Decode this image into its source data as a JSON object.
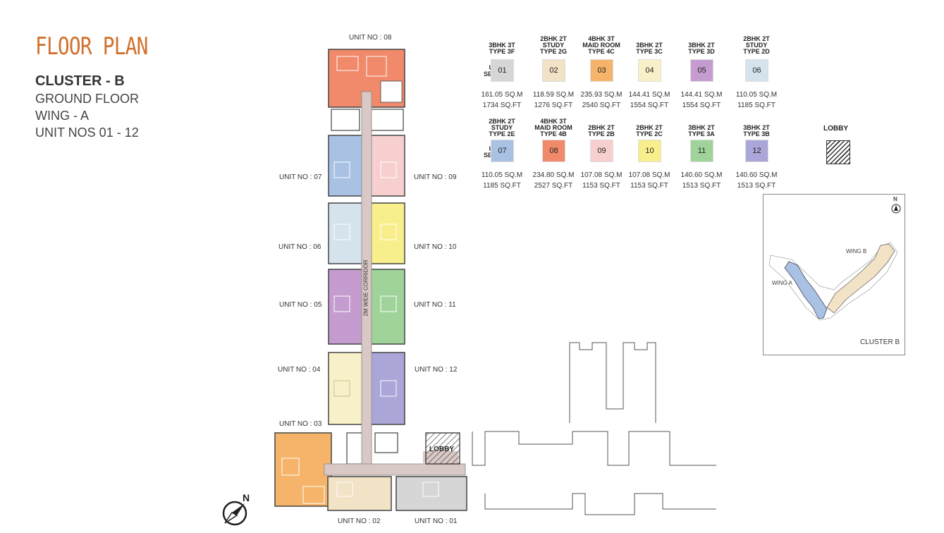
{
  "header": {
    "title": "FLOOR PLAN",
    "cluster": "CLUSTER - B",
    "floor": "GROUND FLOOR",
    "wing": "WING - A",
    "units": "UNIT NOS 01 - 12"
  },
  "unit_labels": {
    "u01": "UNIT NO : 01",
    "u02": "UNIT NO : 02",
    "u03": "UNIT NO : 03",
    "u04": "UNIT NO : 04",
    "u05": "UNIT NO : 05",
    "u06": "UNIT NO : 06",
    "u07": "UNIT NO : 07",
    "u08": "UNIT NO : 08",
    "u09": "UNIT NO : 09",
    "u10": "UNIT NO : 10",
    "u11": "UNIT NO : 11",
    "u12": "UNIT NO : 12"
  },
  "plan": {
    "corridor": "2M WIDE CORRIDOR",
    "lobby": "LOBBY",
    "north": "N"
  },
  "legend": {
    "series_label": [
      "UNIT",
      "SERIES:"
    ],
    "lobby_label": "LOBBY",
    "row1": [
      {
        "type": [
          "3BHK 3T",
          "TYPE 3F"
        ],
        "no": "01",
        "sqm": "161.05 SQ.M",
        "sqft": "1734 SQ.FT",
        "color": "#d6d6d6"
      },
      {
        "type": [
          "2BHK 2T",
          "STUDY",
          "TYPE 2G"
        ],
        "no": "02",
        "sqm": "118.59 SQ.M",
        "sqft": "1276 SQ.FT",
        "color": "#f2e2c6"
      },
      {
        "type": [
          "4BHK 3T",
          "MAID ROOM",
          "TYPE 4C"
        ],
        "no": "03",
        "sqm": "235.93 SQ.M",
        "sqft": "2540 SQ.FT",
        "color": "#f5b46a"
      },
      {
        "type": [
          "3BHK 2T",
          "TYPE 3C"
        ],
        "no": "04",
        "sqm": "144.41 SQ.M",
        "sqft": "1554 SQ.FT",
        "color": "#f8f0c8"
      },
      {
        "type": [
          "3BHK 2T",
          "TYPE 3D"
        ],
        "no": "05",
        "sqm": "144.41 SQ.M",
        "sqft": "1554 SQ.FT",
        "color": "#c59ccf"
      },
      {
        "type": [
          "2BHK 2T",
          "STUDY",
          "TYPE 2D"
        ],
        "no": "06",
        "sqm": "110.05 SQ.M",
        "sqft": "1185 SQ.FT",
        "color": "#d4e3ec"
      }
    ],
    "row2": [
      {
        "type": [
          "2BHK 2T",
          "STUDY",
          "TYPE 2E"
        ],
        "no": "07",
        "sqm": "110.05 SQ.M",
        "sqft": "1185 SQ.FT",
        "color": "#a9c2e4"
      },
      {
        "type": [
          "4BHK 3T",
          "MAID ROOM",
          "TYPE 4B"
        ],
        "no": "08",
        "sqm": "234.80 SQ.M",
        "sqft": "2527 SQ.FT",
        "color": "#f08a6a"
      },
      {
        "type": [
          "2BHK 2T",
          "TYPE 2B"
        ],
        "no": "09",
        "sqm": "107.08 SQ.M",
        "sqft": "1153 SQ.FT",
        "color": "#f7cfcf"
      },
      {
        "type": [
          "2BHK 2T",
          "TYPE 2C"
        ],
        "no": "10",
        "sqm": "107.08 SQ.M",
        "sqft": "1153 SQ.FT",
        "color": "#f8ef8c"
      },
      {
        "type": [
          "3BHK 2T",
          "TYPE 3A"
        ],
        "no": "11",
        "sqm": "140.60 SQ.M",
        "sqft": "1513 SQ.FT",
        "color": "#9fd39a"
      },
      {
        "type": [
          "3BHK 2T",
          "TYPE 3B"
        ],
        "no": "12",
        "sqm": "140.60 SQ.M",
        "sqft": "1513 SQ.FT",
        "color": "#aaa6d8"
      }
    ]
  },
  "keymap": {
    "north": "N",
    "wing_a": "WING A",
    "wing_b": "WING B",
    "cluster": "CLUSTER B"
  },
  "colors": {
    "title": "#d2712d",
    "corridor": "#d9c8c6"
  }
}
